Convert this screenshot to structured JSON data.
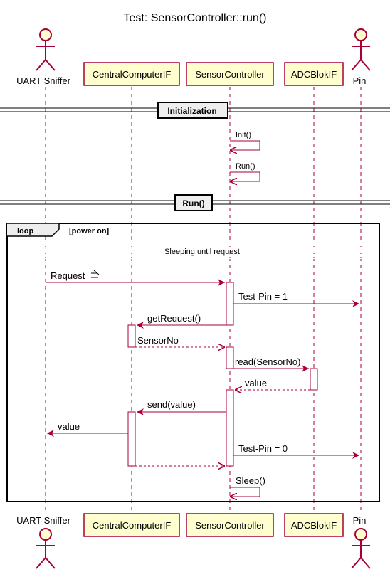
{
  "title": "Test: SensorController::run()",
  "participants": {
    "uart": "UART Sniffer",
    "cc": "CentralComputerIF",
    "sc": "SensorController",
    "adc": "ADCBlokIF",
    "pin": "Pin"
  },
  "dividers": {
    "init": "Initialization",
    "run": "Run()"
  },
  "loop": {
    "keyword": "loop",
    "guard": "[power on]"
  },
  "delay": "Sleeping until request",
  "messages": {
    "init": "Init()",
    "run": "Run()",
    "request": "Request",
    "request_icon": "async-request-icon",
    "testpin1": "Test-Pin = 1",
    "getrequest": "getRequest()",
    "sensorno": "SensorNo",
    "read": "read(SensorNo)",
    "value_ret": "value",
    "send": "send(value)",
    "value_uart": "value",
    "testpin0": "Test-Pin = 0",
    "sleep": "Sleep()"
  },
  "colors": {
    "line": "#a80036",
    "box_fill": "#fefece",
    "divider_fill": "#eeeeee",
    "activation_fill": "#ffffff"
  }
}
